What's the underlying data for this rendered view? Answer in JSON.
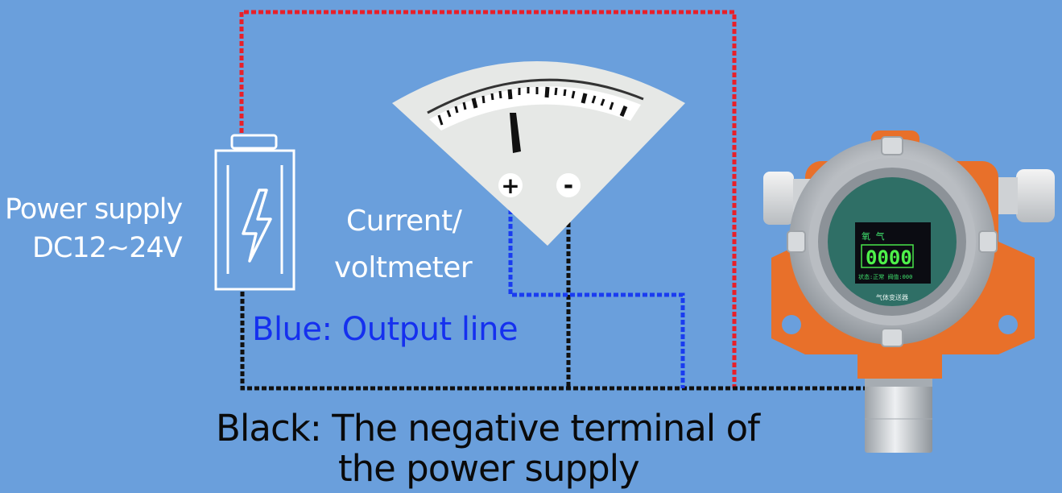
{
  "labels": {
    "power_supply_line1": "Power supply",
    "power_supply_line2": "DC12~24V",
    "meter_line1": "Current/",
    "meter_line2": "voltmeter",
    "blue_wire_label": "Blue: Output line",
    "black_wire_label_line1": "Black: The negative terminal of",
    "black_wire_label_line2": "the power supply"
  },
  "meter": {
    "positive_terminal": "+",
    "negative_terminal": "-"
  },
  "device": {
    "screen_reading": "0000",
    "screen_gas_label": "氧 气",
    "screen_status": "状态:正常 阀值:000",
    "nameplate": "气体变送器"
  },
  "colors": {
    "background": "#6a9fdc",
    "red_wire": "#e8202a",
    "blue_wire": "#1a3cf0",
    "black_wire": "#111111",
    "device_housing": "#e8702a",
    "device_cover": "#c9ccd0"
  }
}
